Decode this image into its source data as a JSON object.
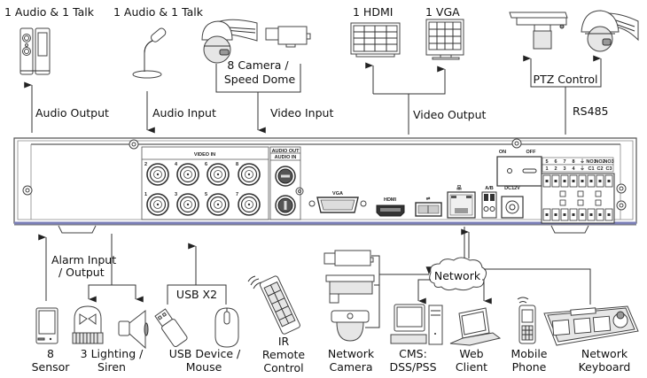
{
  "title": "DVR Rear Panel Connection Diagram",
  "top": {
    "speaker": {
      "label": "1 Audio  & 1 Talk",
      "connection": "Audio  Output"
    },
    "microphone": {
      "label": "1 Audio & 1 Talk",
      "connection": "Audio  Input"
    },
    "cameras": {
      "label_line1": "8 Camera /",
      "label_line2": "Speed Dome",
      "connection": "Video Input"
    },
    "hdmi_monitor": {
      "label": "1 HDMI"
    },
    "vga_monitor": {
      "label": "1 VGA"
    },
    "video_output": {
      "connection": "Video Output"
    },
    "ptz": {
      "connection": "PTZ Control",
      "bus": "RS485"
    }
  },
  "panel": {
    "video_in_label": "VIDEO IN",
    "audio_out_label": "AUDIO OUT",
    "audio_in_label": "AUDIO IN",
    "bnc_top_numbers": [
      "2",
      "4",
      "6",
      "8"
    ],
    "bnc_bottom_numbers": [
      "1",
      "3",
      "5",
      "7"
    ],
    "vga_label": "VGA",
    "hdmi_label": "HDMI",
    "usb_symbol": "⇌",
    "network_symbol": "品",
    "ab_label": "A/B",
    "dc_label": "DC12V",
    "switch_on": "ON",
    "switch_off": "OFF",
    "alarm_top_row": [
      "5",
      "6",
      "7",
      "8",
      "⏚",
      "NO1",
      "NO2",
      "NO3"
    ],
    "alarm_bottom_row": [
      "1",
      "2",
      "3",
      "4",
      "⏚",
      "C1",
      "C2",
      "C3"
    ],
    "accent_color": "#7b7fb8"
  },
  "bottom": {
    "alarm": {
      "connection_line1": "Alarm Input",
      "connection_line2": "/ Output"
    },
    "sensor": {
      "label_line1": "8",
      "label_line2": "Sensor"
    },
    "lighting": {
      "label_line1": "3 Lighting /",
      "label_line2": "Siren"
    },
    "usb": {
      "connection": "USB X2",
      "label_line1": "USB Device /",
      "label_line2": "Mouse"
    },
    "ir_remote": {
      "label_line1": "IR",
      "label_line2": "Remote",
      "label_line3": "Control"
    },
    "network_camera": {
      "label_line1": "Network",
      "label_line2": "Camera"
    },
    "network": {
      "label": "Network"
    },
    "cms": {
      "label_line1": "CMS:",
      "label_line2": "DSS/PSS"
    },
    "web_client": {
      "label_line1": "Web",
      "label_line2": "Client"
    },
    "mobile_phone": {
      "label_line1": "Mobile",
      "label_line2": "Phone"
    },
    "network_keyboard": {
      "label_line1": "Network",
      "label_line2": "Keyboard"
    }
  }
}
